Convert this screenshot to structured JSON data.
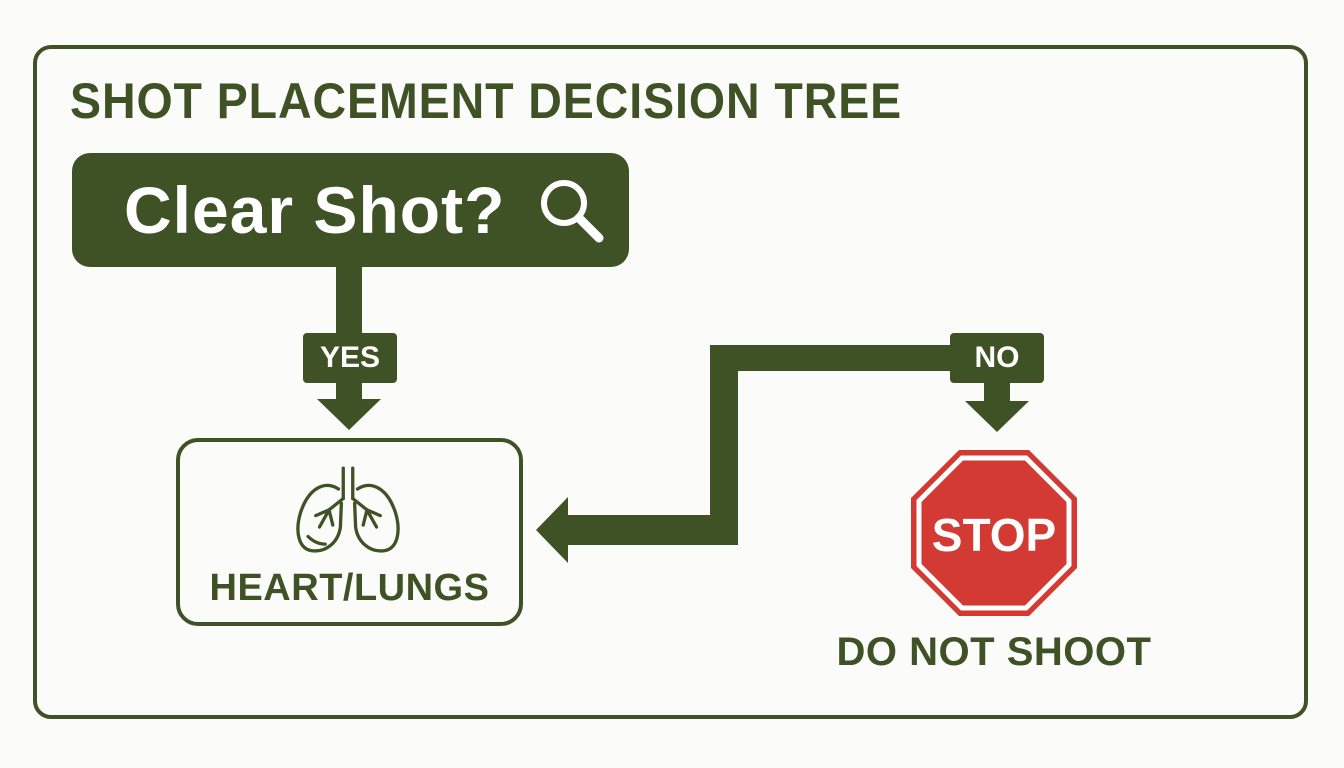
{
  "diagram": {
    "title": "SHOT PLACEMENT DECISION TREE",
    "decision": {
      "text": "Clear Shot?",
      "icon": "magnifying-glass-icon"
    },
    "branches": [
      {
        "label": "YES",
        "target": "HEART/LUNGS",
        "icon": "lungs-icon"
      },
      {
        "label": "NO",
        "target": "DO NOT SHOOT",
        "sign": "STOP",
        "icon": "stop-sign-icon"
      }
    ]
  },
  "colors": {
    "primary": "#3f5225",
    "background": "#fbfcfa",
    "stop_red": "#d23a33",
    "white": "#ffffff"
  }
}
